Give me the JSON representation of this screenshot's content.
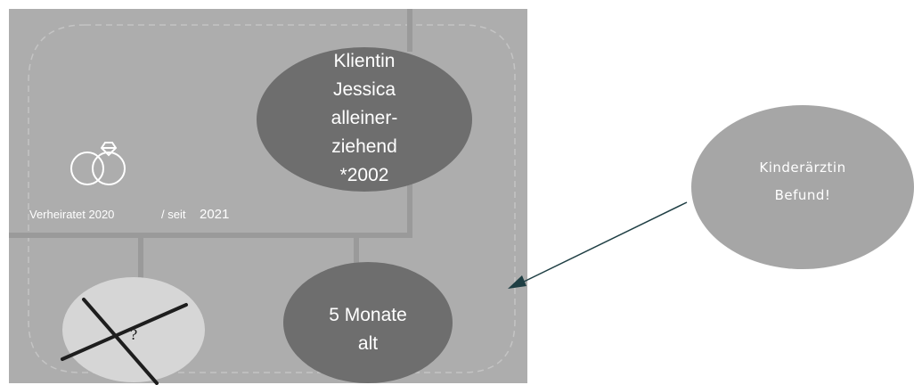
{
  "nodes": {
    "client": {
      "lines": [
        "Klientin",
        "Jessica",
        "alleiner-",
        "ziehend",
        "*2002"
      ]
    },
    "baby": {
      "lines": [
        "5 Monate",
        "alt"
      ]
    },
    "unknown_person": {
      "mark": "?"
    },
    "pediatrician": {
      "lines": [
        "Kinderärztin",
        "Befund!"
      ]
    }
  },
  "relationship": {
    "married_label": "Verheiratet 2020",
    "since_label": "/ seit",
    "since_year": "2021",
    "icon": "wedding-rings-icon"
  },
  "colors": {
    "panel": "#adadad",
    "node_dark": "#6e6e6e",
    "node_light": "#d6d6d6",
    "node_right": "#a6a6a6",
    "arrow": "#1f3f44"
  }
}
